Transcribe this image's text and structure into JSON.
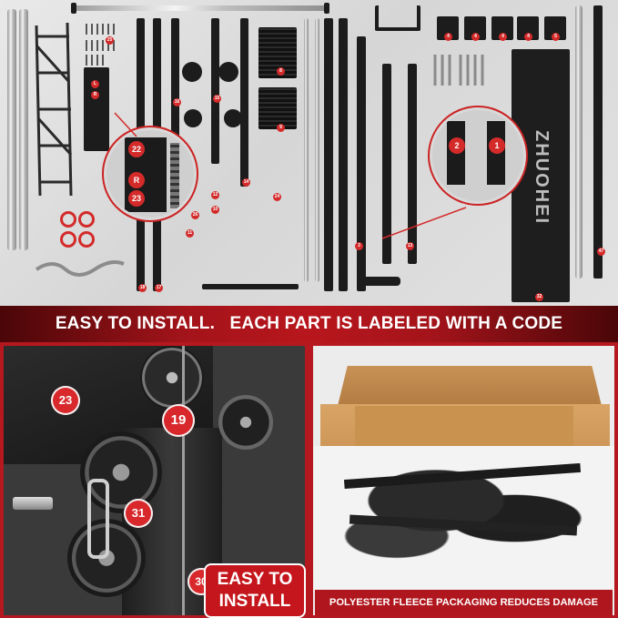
{
  "banner": {
    "headline": "EASY TO INSTALL.   EACH PART IS LABELED WITH A CODE"
  },
  "left_photo": {
    "badge_23": "23",
    "badge_19": "19",
    "badge_31": "31",
    "badge_30": "30",
    "overlay_line1": "EASY TO",
    "overlay_line2": "INSTALL"
  },
  "right_photo": {
    "caption": "POLYESTER FLEECE PACKAGING REDUCES DAMAGE"
  },
  "parts_panel": {
    "zoom_left_labels": [
      "22",
      "R",
      "23"
    ],
    "zoom_right_labels": [
      "2",
      "1"
    ],
    "part_codes": [
      "25",
      "L",
      "R",
      "16",
      "15",
      "14",
      "8",
      "9",
      "4",
      "4",
      "4",
      "4",
      "5",
      "12",
      "10",
      "11",
      "3",
      "13",
      "18",
      "17",
      "47",
      "32",
      "24",
      "26"
    ],
    "brand_mark": "ZHUOHEI"
  },
  "colors": {
    "brand_red": "#b8161d",
    "badge_red": "#d8282c",
    "panel_gray": "#dcdcdc"
  }
}
